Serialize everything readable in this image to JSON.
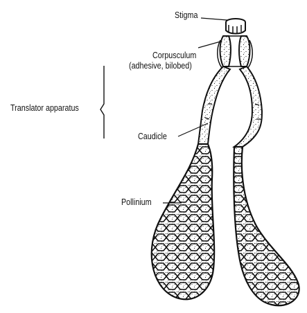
{
  "labels": {
    "stigma": "Stigma",
    "corpusculum": "Corpusculum",
    "corpusculum_note": "(adhesive, bilobed)",
    "translator": "Translator apparatus",
    "caudicle": "Caudicle",
    "pollinium": "Pollinium"
  },
  "colors": {
    "line": "#111111",
    "fill": "#ffffff"
  }
}
